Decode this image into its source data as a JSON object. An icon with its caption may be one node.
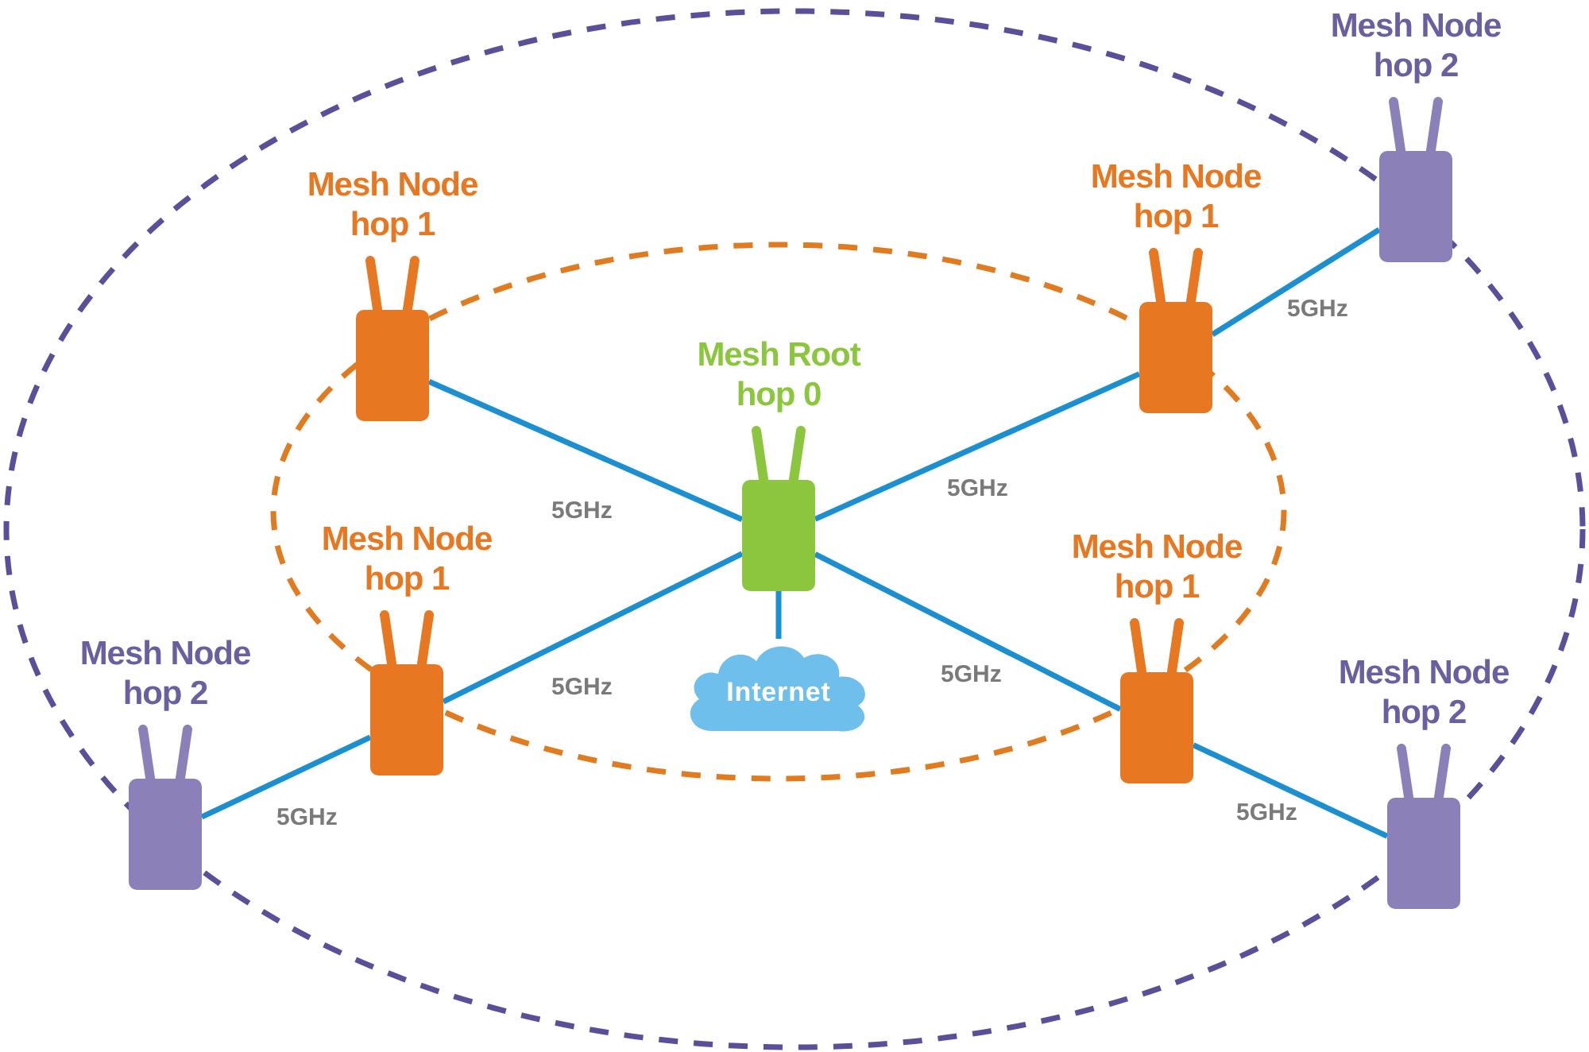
{
  "diagram": {
    "nodes": [
      {
        "text": [
          "Mesh Root hop 0"
        ]
      },
      {
        "text": [
          "Mesh Node hop 1"
        ]
      },
      {
        "text": [
          "Mesh Node hop 1"
        ]
      },
      {
        "text": [
          "Mesh Node hop 1"
        ]
      },
      {
        "text": [
          "Mesh Node hop 1"
        ]
      },
      {
        "text": [
          "Mesh Node hop 2"
        ]
      },
      {
        "text": [
          "Mesh Node hop 2"
        ]
      },
      {
        "text": [
          "Mesh Node hop 2"
        ]
      },
      {
        "text": [
          "Internet"
        ]
      }
    ],
    "edges": [
      {
        "from": 0,
        "to": 1,
        "arrow": "none",
        "label": "5GHz"
      },
      {
        "from": 0,
        "to": 2,
        "arrow": "none",
        "label": "5GHz"
      },
      {
        "from": 0,
        "to": 3,
        "arrow": "none",
        "label": "5GHz"
      },
      {
        "from": 0,
        "to": 4,
        "arrow": "none",
        "label": "5GHz"
      },
      {
        "from": 2,
        "to": 5,
        "arrow": "none",
        "label": "5GHz"
      },
      {
        "from": 3,
        "to": 6,
        "arrow": "none",
        "label": "5GHz"
      },
      {
        "from": 4,
        "to": 7,
        "arrow": "none",
        "label": "5GHz"
      },
      {
        "from": 0,
        "to": 8,
        "arrow": "none"
      }
    ]
  }
}
